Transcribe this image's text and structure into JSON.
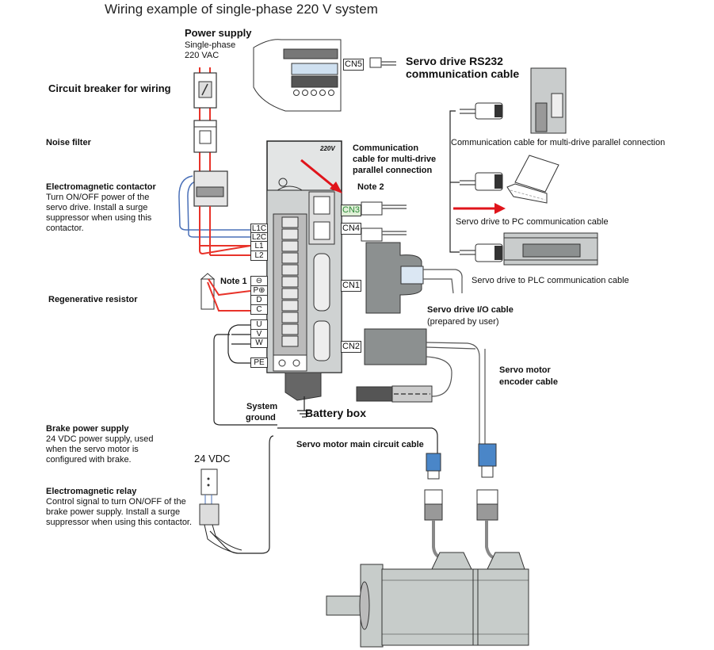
{
  "title": "Wiring example of single-phase 220 V system",
  "power_supply": {
    "heading": "Power supply",
    "line1": "Single-phase",
    "line2": "220 VAC"
  },
  "labels": {
    "circuit_breaker": "Circuit breaker for wiring",
    "noise_filter": "Noise filter",
    "em_contactor": {
      "heading": "Electromagnetic contactor",
      "lines": [
        "Turn ON/OFF power of the",
        "servo drive. Install a surge",
        "suppressor when using this",
        "contactor."
      ]
    },
    "regen_resistor": "Regenerative resistor",
    "note1": "Note 1",
    "note2": "Note 2",
    "rs232": {
      "line1": "Servo drive RS232",
      "line2": "communication cable"
    },
    "multi_drive": {
      "line1": "Communication",
      "line2": "cable for multi-drive",
      "line3": "parallel connection"
    },
    "multi_drive_caption": "Communication cable for multi-drive parallel connection",
    "pc_caption": "Servo drive to PC communication cable",
    "plc_caption": "Servo drive to PLC communication cable",
    "io_cable": {
      "line1": "Servo drive I/O cable",
      "line2": "(prepared by user)"
    },
    "encoder_cable": {
      "line1": "Servo motor",
      "line2": "encoder cable"
    },
    "system_ground": {
      "line1": "System",
      "line2": "ground"
    },
    "battery_box": "Battery box",
    "main_circuit_cable": "Servo motor main circuit cable",
    "brake_power": {
      "heading": "Brake power supply",
      "lines": [
        "24 VDC power supply, used",
        "when the servo motor is",
        "configured with brake."
      ]
    },
    "vdc": "24 VDC",
    "em_relay": {
      "heading": "Electromagnetic relay",
      "lines": [
        "Control signal to turn ON/OFF of the",
        "brake power supply. Install a surge",
        "suppressor when using this contactor."
      ]
    }
  },
  "drive": {
    "voltage": "220V",
    "ports": {
      "cn1": "CN1",
      "cn2": "CN2",
      "cn3": "CN3",
      "cn4": "CN4",
      "cn5": "CN5"
    },
    "terminals": [
      "L1C",
      "L2C",
      "L1",
      "L2",
      "⊖",
      "P⊕",
      "D",
      "C",
      "U",
      "V",
      "W",
      "PE"
    ]
  },
  "colors": {
    "power_wire": "#e8332a",
    "control_wire": "#4a70b8",
    "arrow": "#e0141b",
    "connector_blue": "#4a86c8",
    "device_gray": "#b9bdbd",
    "cn3_highlight": "#2e8b3a"
  }
}
